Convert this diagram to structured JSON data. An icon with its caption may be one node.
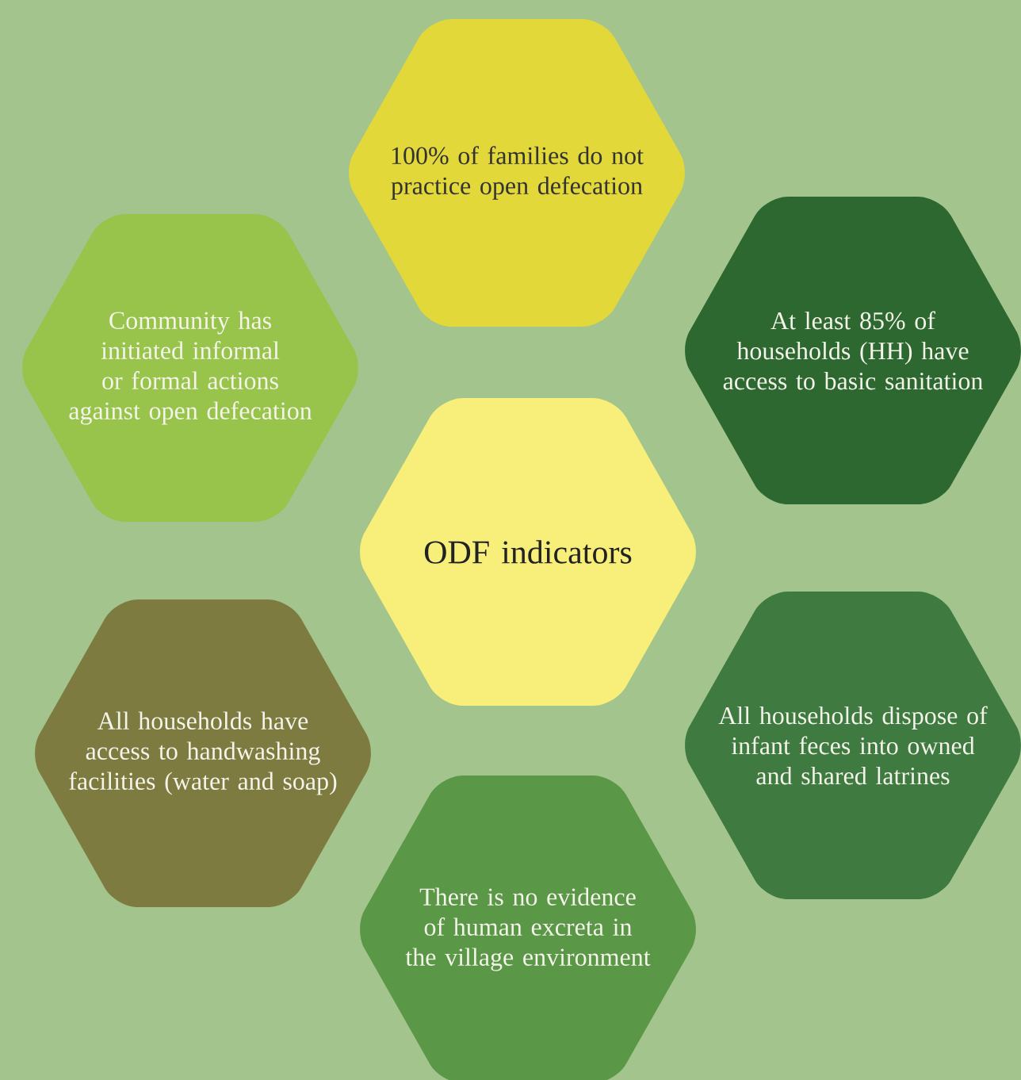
{
  "diagram": {
    "nodes": [
      {
        "text": [
          "100% of families do not practice open defecation"
        ]
      },
      {
        "text": [
          "Community has initiated informal or formal actions against open defecation"
        ]
      },
      {
        "text": [
          "At least 85% of households (HH) have access to basic sanitation"
        ]
      },
      {
        "text": [
          "ODF indicators"
        ]
      },
      {
        "text": [
          "All households have access to handwashing facilities (water and soap)"
        ]
      },
      {
        "text": [
          "All households dispose of infant feces into owned and shared latrines"
        ]
      },
      {
        "text": [
          "There is no evidence of human excreta in the village environment"
        ]
      }
    ]
  }
}
